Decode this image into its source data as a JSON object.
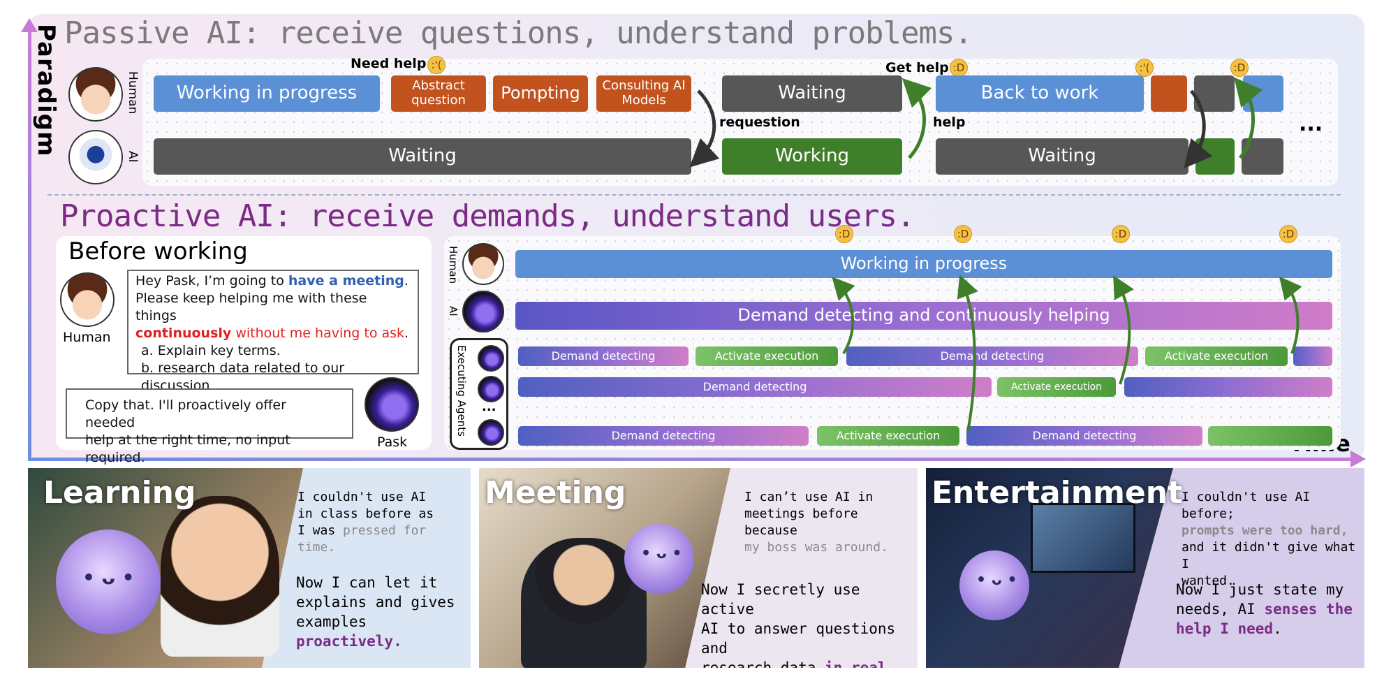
{
  "axes": {
    "y_label": "Paradigm",
    "x_label": "Time"
  },
  "passive": {
    "title": "Passive AI: receive questions, understand problems.",
    "row_labels": {
      "human": "Human",
      "ai": "AI"
    },
    "notes": {
      "need_help": "Need help",
      "get_help": "Get help",
      "requestion": "requestion",
      "help": "help",
      "ellipsis": "..."
    },
    "human_row": [
      {
        "label": "Working in progress",
        "color": "blue"
      },
      {
        "label": "Abstract question",
        "color": "orange"
      },
      {
        "label": "Pompting",
        "color": "orange"
      },
      {
        "label": "Consulting AI Models",
        "color": "orange"
      },
      {
        "label": "Waiting",
        "color": "gray"
      },
      {
        "label": "Back to work",
        "color": "blue"
      }
    ],
    "ai_row": [
      {
        "label": "Waiting",
        "color": "gray"
      },
      {
        "label": "Working",
        "color": "green"
      },
      {
        "label": "Waiting",
        "color": "gray"
      }
    ]
  },
  "proactive": {
    "title": "Proactive AI: receive demands, understand users.",
    "before_working": {
      "title": "Before working",
      "human_label": "Human",
      "pask_label": "Pask",
      "human_msg": {
        "l1_a": "Hey Pask, I’m going to ",
        "l1_b": "have a meeting",
        "l1_c": ".",
        "l2": "Please keep helping me with these things",
        "l3_a": "continuously",
        "l3_b": " without me having to ask",
        "l3_c": ".",
        "item_a": "a. Explain key terms.",
        "item_b": "b. research data related to our discussion",
        "item_more": "..."
      },
      "pask_msg": {
        "l1": "Copy that. I'll proactively offer needed",
        "l2": "help at the right time, no input required."
      }
    },
    "row_labels": {
      "human": "Human",
      "ai": "AI",
      "agents": "Executing Agents",
      "more": "..."
    },
    "human_bar": "Working in progress",
    "ai_bar": "Demand detecting and continuously helping",
    "agent_rows": [
      [
        "Demand detecting",
        "Activate execution",
        "Demand detecting",
        "Activate execution"
      ],
      [
        "Demand detecting",
        "Activate execution"
      ],
      [
        "Demand detecting",
        "Activate execution",
        "Demand detecting"
      ]
    ]
  },
  "cards": [
    {
      "title": "Learning",
      "q1": [
        "I couldn't use AI",
        "in class before as",
        "I was "
      ],
      "q1_gray": "pressed for time.",
      "q2": [
        "Now I can let it",
        "explains and gives",
        "examples "
      ],
      "q2_purple": "proactively."
    },
    {
      "title": "Meeting",
      "q1": [
        "I can’t use AI in",
        "meetings before because"
      ],
      "q1_gray": "my boss was around.",
      "q2": [
        "Now I secretly use active",
        "AI to answer questions and",
        "research data "
      ],
      "q2_purple": "in real time."
    },
    {
      "title": "Entertainment",
      "q1": [
        "I couldn't use AI before;"
      ],
      "q1_gray1": "prompts were too hard,",
      "q1_rest": [
        "and it didn't give what I",
        "wanted."
      ],
      "q2": [
        "Now I just state my",
        "needs,  AI "
      ],
      "q2_purple": "senses the",
      "q2_purple2": "help I need",
      "q2_end": "."
    }
  ],
  "colors": {
    "blue": "#5b8fd6",
    "orange": "#c2531f",
    "gray": "#575757",
    "green": "#3f7f2a",
    "purple": "#7b2a86"
  }
}
